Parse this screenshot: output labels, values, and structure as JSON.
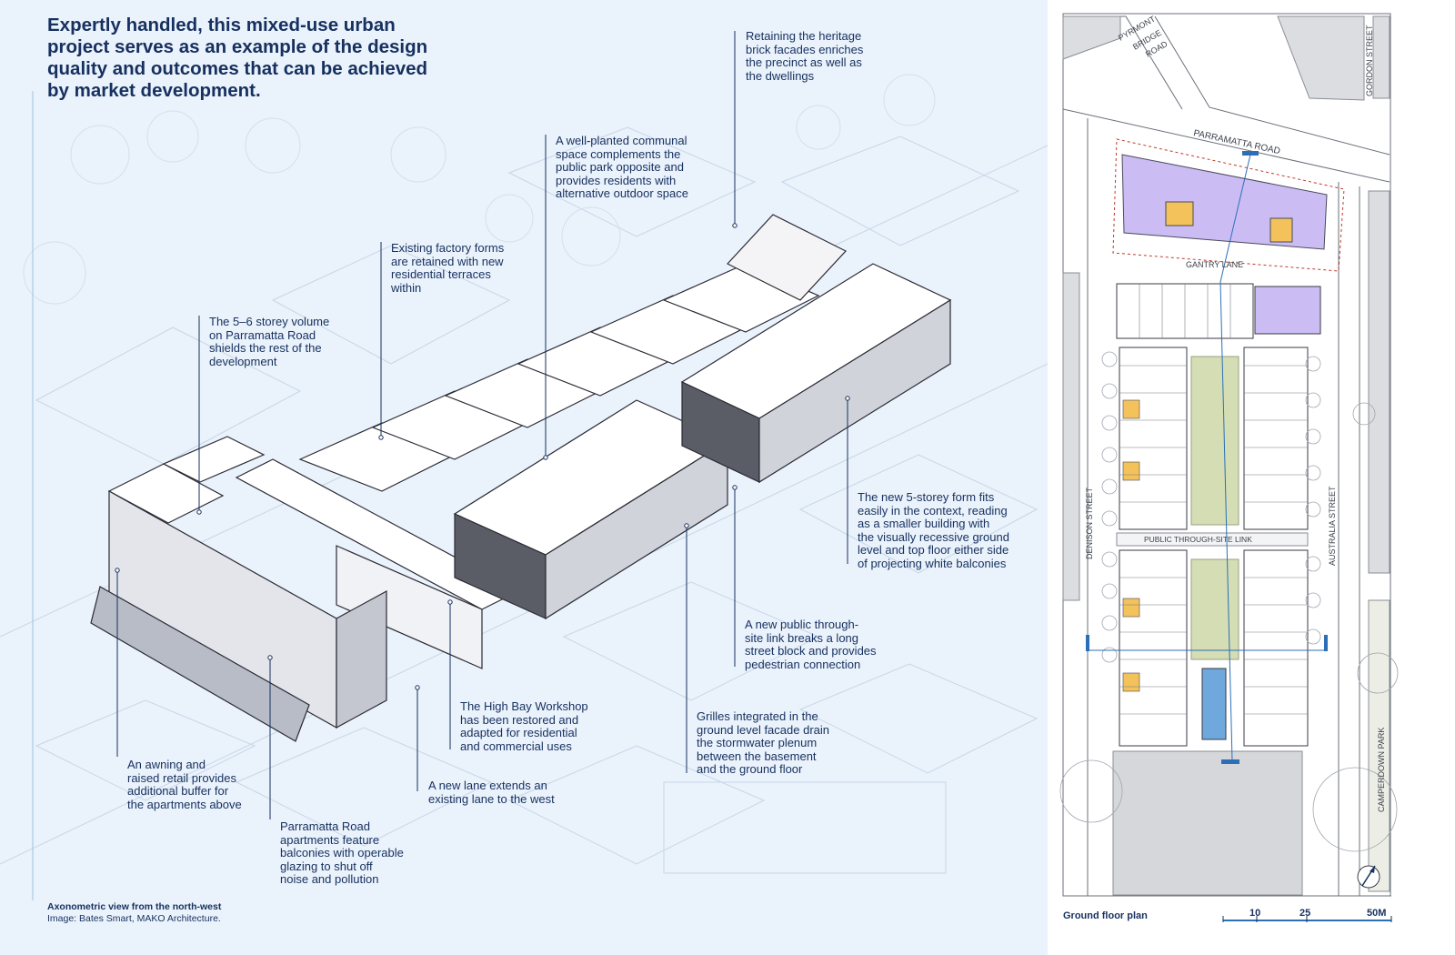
{
  "headline": "Expertly handled, this mixed-use urban project serves as an example of the design quality and outcomes that can be achieved by market development.",
  "callouts": [
    {
      "id": "heritage",
      "lines": [
        "Retaining the heritage",
        "brick facades enriches",
        "the precinct as well as",
        "the dwellings"
      ]
    },
    {
      "id": "communal",
      "lines": [
        "A well-planted communal",
        "space complements the",
        "public park opposite and",
        "provides residents with",
        "alternative outdoor space"
      ]
    },
    {
      "id": "factory",
      "lines": [
        "Existing factory forms",
        "are retained with new",
        "residential terraces",
        "within"
      ]
    },
    {
      "id": "volume",
      "lines": [
        "The 5–6 storey volume",
        "on Parramatta Road",
        "shields the rest of the",
        "development"
      ]
    },
    {
      "id": "five_storey",
      "lines": [
        "The new 5-storey form fits",
        "easily in the context, reading",
        "as a smaller building with",
        "the visually recessive ground",
        "level and top floor either side",
        "of projecting white balconies"
      ]
    },
    {
      "id": "through_link",
      "lines": [
        "A new public through-",
        "site link breaks a long",
        "street block and provides",
        "pedestrian connection"
      ]
    },
    {
      "id": "high_bay",
      "lines": [
        "The High Bay Workshop",
        "has been restored and",
        "adapted for residential",
        "and commercial uses"
      ]
    },
    {
      "id": "grilles",
      "lines": [
        "Grilles integrated in the",
        "ground level facade drain",
        "the stormwater plenum",
        "between the basement",
        "and the ground floor"
      ]
    },
    {
      "id": "awning",
      "lines": [
        "An awning and",
        "raised retail provides",
        "additional buffer for",
        "the apartments above"
      ]
    },
    {
      "id": "lane",
      "lines": [
        "A new lane extends an",
        "existing lane to the west"
      ]
    },
    {
      "id": "balconies",
      "lines": [
        "Parramatta Road",
        "apartments feature",
        "balconies with operable",
        "glazing to shut off",
        "noise and pollution"
      ]
    }
  ],
  "caption": {
    "title": "Axonometric view from the north-west",
    "credit": "Image: Bates Smart, MAKO Architecture."
  },
  "plan": {
    "title": "Ground floor plan",
    "streets": {
      "pyrmont": [
        "PYRMONT",
        "BRIDGE",
        "ROAD"
      ],
      "gordon": "GORDON STREET",
      "parramatta": "PARRAMATTA ROAD",
      "gantry": "GANTRY LANE",
      "link": "PUBLIC THROUGH-SITE LINK",
      "denison": "DENISON STREET",
      "australia": "AUSTRALIA STREET",
      "camperdown": "CAMPERDOWN PARK"
    },
    "scale": [
      "10",
      "25",
      "50M"
    ]
  },
  "colors": {
    "text": "#16305f",
    "accent": "#2c6fb7",
    "lavender": "#cbbdf3",
    "green": "#d4ddb4",
    "yellow": "#f3c25a",
    "background": "#eaf2fb"
  }
}
